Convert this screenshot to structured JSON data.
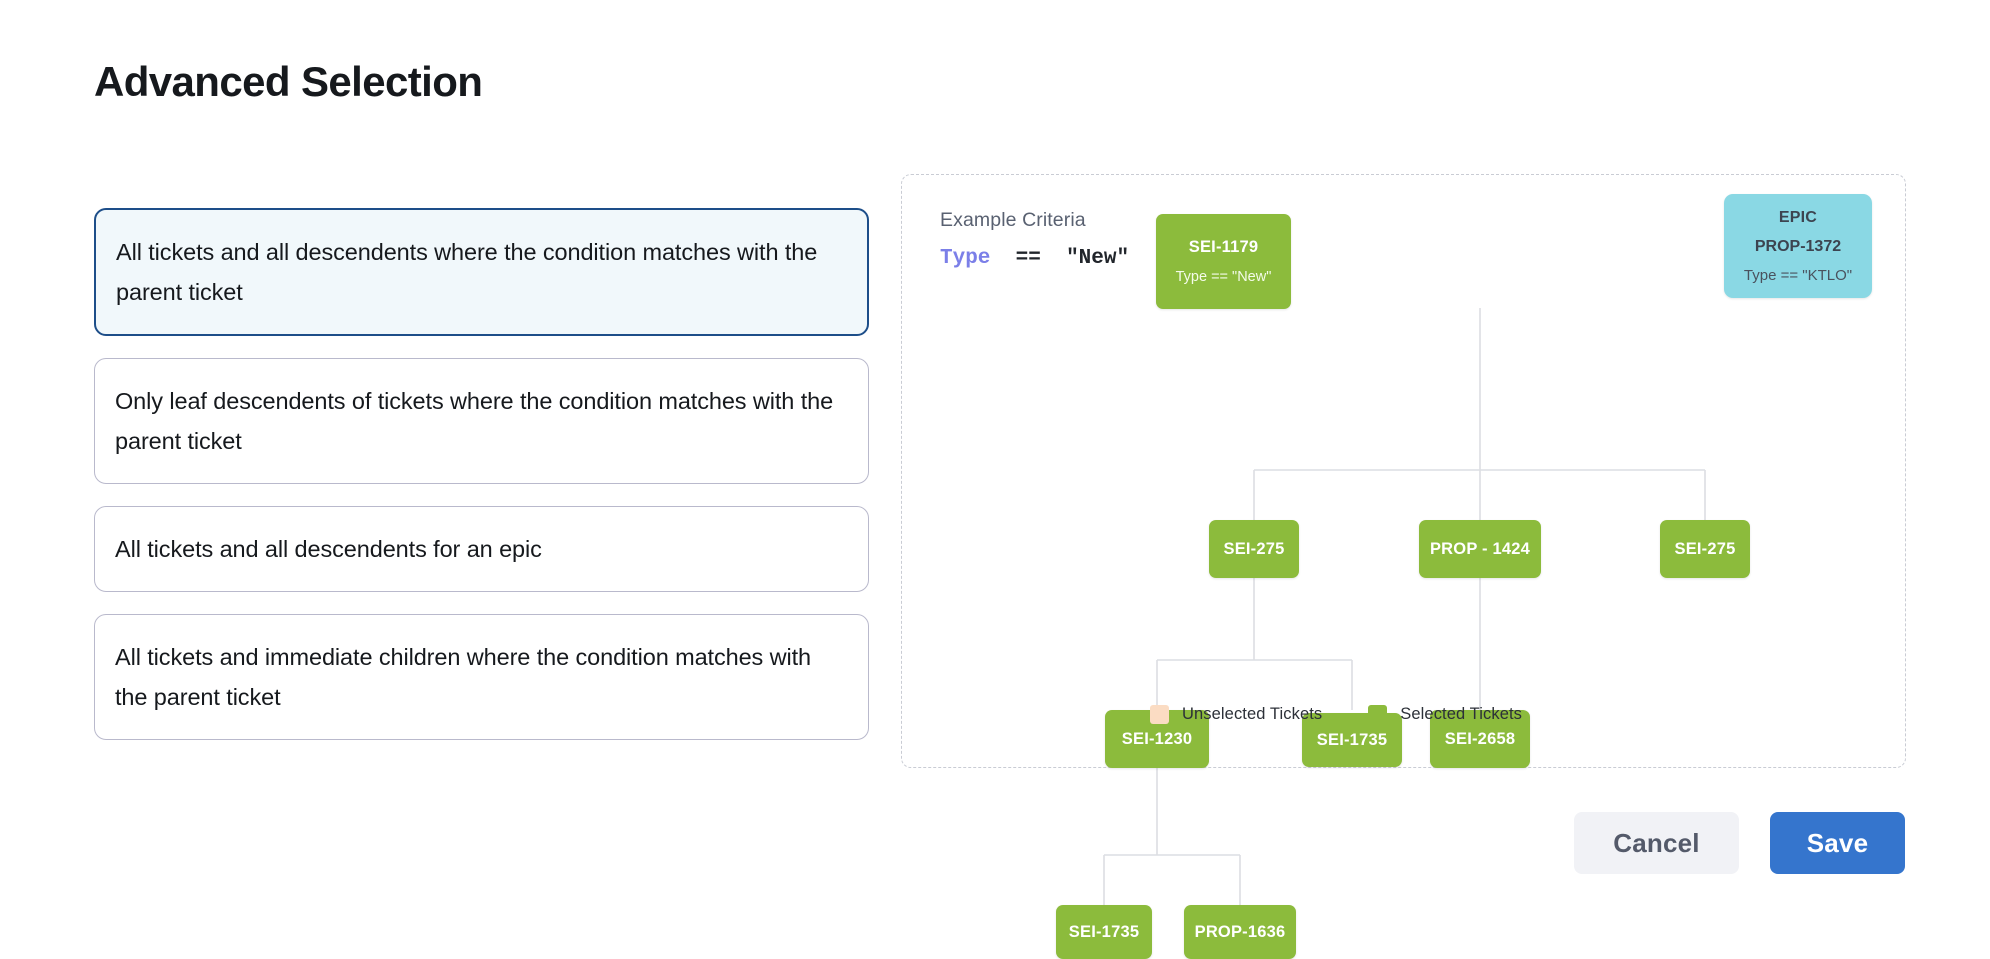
{
  "header": {
    "title": "Advanced Selection"
  },
  "options": [
    {
      "label": "All tickets and all descendents where the condition matches with the parent ticket",
      "selected": true,
      "lines": 2
    },
    {
      "label": "Only leaf descendents of tickets where the condition matches with the parent ticket",
      "selected": false,
      "lines": 2
    },
    {
      "label": "All tickets and all descendents for an epic",
      "selected": false,
      "lines": 1
    },
    {
      "label": "All tickets and immediate children where the condition matches with the parent ticket",
      "selected": false,
      "lines": 2
    }
  ],
  "diagram": {
    "criteria_title": "Example Criteria",
    "criteria_keyword": "Type",
    "criteria_operator": "==",
    "criteria_value": "\"New\"",
    "nodes": {
      "root": {
        "id": "SEI-1179",
        "sub": "Type == \"New\""
      },
      "epic": {
        "kind": "EPIC",
        "id": "PROP-1372",
        "sub": "Type == \"KTLO\""
      },
      "l2a": {
        "id": "SEI-275"
      },
      "l2b": {
        "id": "PROP - 1424"
      },
      "l2c": {
        "id": "SEI-275"
      },
      "l3a": {
        "id": "SEI-1230"
      },
      "l3b": {
        "id": "SEI-1735"
      },
      "l3c": {
        "id": "SEI-2658"
      },
      "l4a": {
        "id": "SEI-1735"
      },
      "l4b": {
        "id": "PROP-1636"
      }
    },
    "legend": [
      {
        "label": "Unselected Tickets",
        "color": "#fbdcc3"
      },
      {
        "label": "Selected Tickets",
        "color": "#8cbb3c"
      }
    ]
  },
  "footer": {
    "cancel_label": "Cancel",
    "save_label": "Save"
  },
  "colors": {
    "selected_node": "#8cbb3c",
    "epic_node": "#8ad8e4",
    "unselected_node": "#fbdcc3",
    "accent_primary": "#3575cd",
    "selected_card_border": "#1d4e89",
    "selected_card_bg": "#f1f8fb",
    "criteria_keyword": "#7b7fe8"
  }
}
